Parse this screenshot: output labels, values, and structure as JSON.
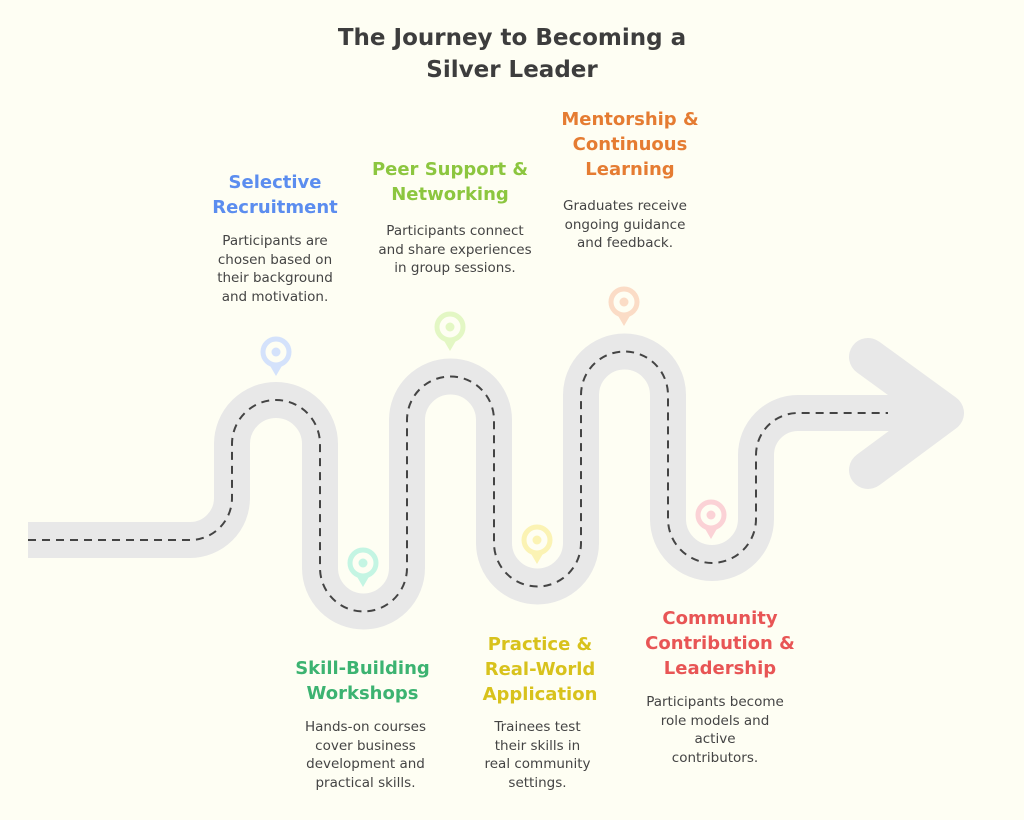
{
  "title": "The Journey to Becoming a\nSilver Leader",
  "colors": {
    "road": "#e8e8e8",
    "dash": "#444444",
    "background": "#fefef3"
  },
  "steps": [
    {
      "heading": "Selective\nRecruitment",
      "description": "Participants are\nchosen based on\ntheir background\nand motivation.",
      "color": "#5b8def",
      "pin_color": "#d4e2fb"
    },
    {
      "heading": "Skill-Building\nWorkshops",
      "description": "Hands-on courses\ncover business\ndevelopment and\npractical skills.",
      "color": "#3cb371",
      "pin_color": "#c4f5e3"
    },
    {
      "heading": "Peer Support &\nNetworking",
      "description": "Participants connect\nand share experiences\nin group sessions.",
      "color": "#8cc63f",
      "pin_color": "#e3f7c4"
    },
    {
      "heading": "Practice &\nReal-World\nApplication",
      "description": "Trainees test\ntheir skills in\nreal community\nsettings.",
      "color": "#d8c21c",
      "pin_color": "#fbf3b4"
    },
    {
      "heading": "Mentorship &\nContinuous\nLearning",
      "description": "Graduates receive\nongoing guidance\nand feedback.",
      "color": "#e57c32",
      "pin_color": "#fbdcc6"
    },
    {
      "heading": "Community\nContribution &\nLeadership",
      "description": "Participants become\nrole models and\nactive\ncontributors.",
      "color": "#e85555",
      "pin_color": "#fbd2d6"
    }
  ]
}
